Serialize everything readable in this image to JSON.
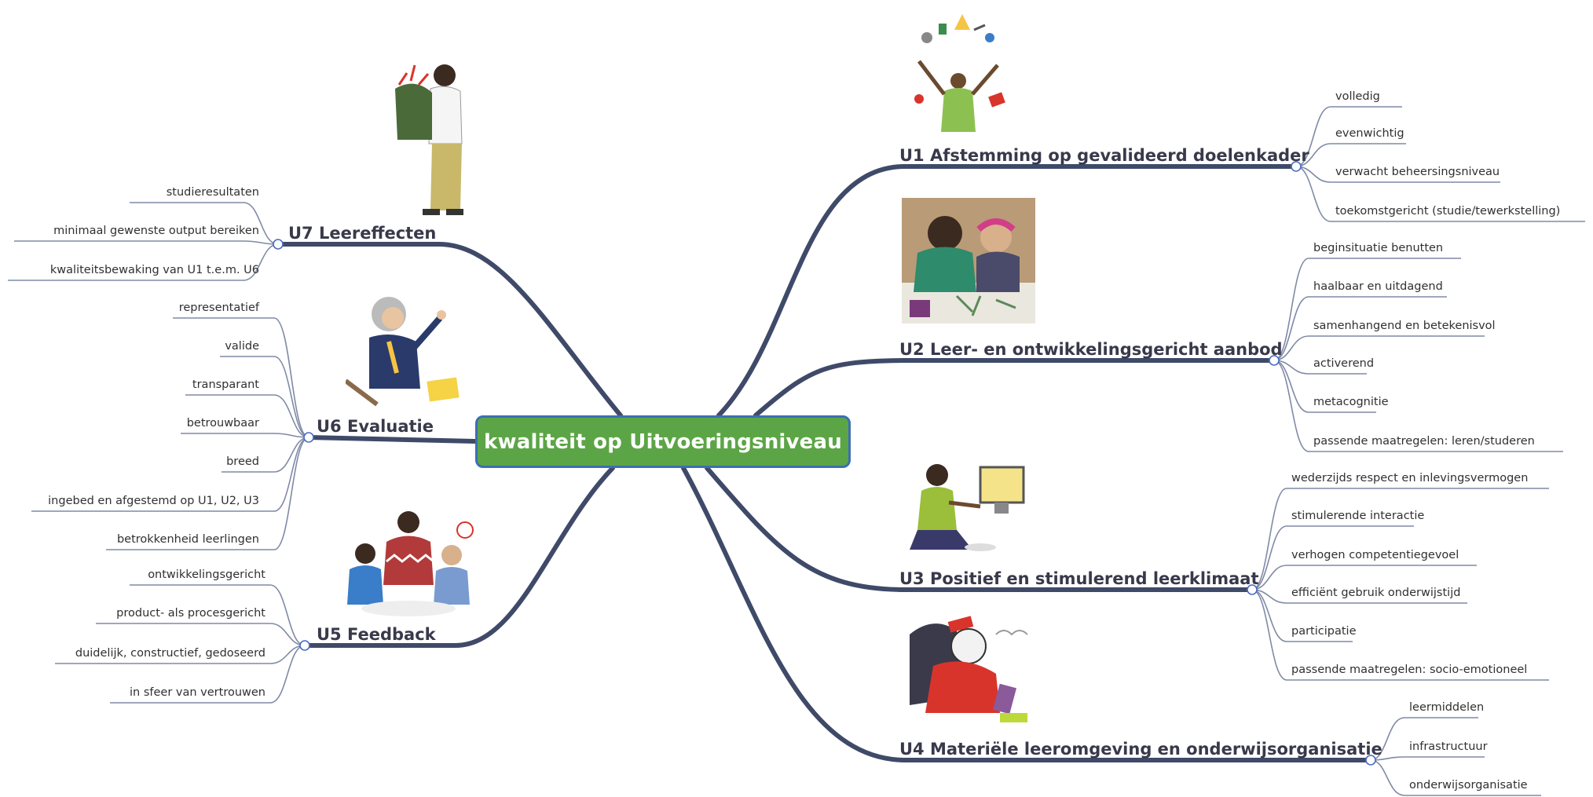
{
  "central": "kwaliteit op Uitvoeringsniveau",
  "topics": {
    "u1": {
      "title": "U1 Afstemming op gevalideerd doelenkader",
      "items": [
        "volledig",
        "evenwichtig",
        "verwacht beheersingsniveau",
        "toekomstgericht (studie/tewerkstelling)"
      ]
    },
    "u2": {
      "title": "U2 Leer- en ontwikkelingsgericht aanbod",
      "items": [
        "beginsituatie benutten",
        "haalbaar en uitdagend",
        "samenhangend en betekenisvol",
        "activerend",
        "metacognitie",
        "passende maatregelen: leren/studeren"
      ]
    },
    "u3": {
      "title": "U3 Positief en stimulerend leerklimaat",
      "items": [
        "wederzijds respect en inlevingsvermogen",
        "stimulerende interactie",
        "verhogen competentiegevoel",
        "efficiënt gebruik onderwijstijd",
        "participatie",
        "passende maatregelen: socio-emotioneel"
      ]
    },
    "u4": {
      "title": "U4 Materiële leeromgeving en onderwijsorganisatie",
      "items": [
        "leermiddelen",
        "infrastructuur",
        "onderwijsorganisatie"
      ]
    },
    "u5": {
      "title": "U5 Feedback",
      "items": [
        "ontwikkelingsgericht",
        "product- als procesgericht",
        "duidelijk, constructief, gedoseerd",
        "in sfeer van vertrouwen"
      ]
    },
    "u6": {
      "title": "U6 Evaluatie",
      "items": [
        "representatief",
        "valide",
        "transparant",
        "betrouwbaar",
        "breed",
        "ingebed en afgestemd op U1, U2, U3",
        "betrokkenheid leerlingen"
      ]
    },
    "u7": {
      "title": "U7 Leereffecten",
      "items": [
        "studieresultaten",
        "minimaal gewenste output bereiken",
        "kwaliteitsbewaking van U1 t.e.m. U6"
      ]
    }
  },
  "colors": {
    "central_fill": "#5ca546",
    "central_border": "#3c6fb3",
    "branch": "#3f4a69",
    "node_ring": "#4a6cc4"
  },
  "illustrations": [
    "juggler-illustration",
    "children-drawing-illustration",
    "child-computer-illustration",
    "child-books-illustration",
    "group-children-illustration",
    "teacher-illustration",
    "backpack-man-illustration"
  ]
}
